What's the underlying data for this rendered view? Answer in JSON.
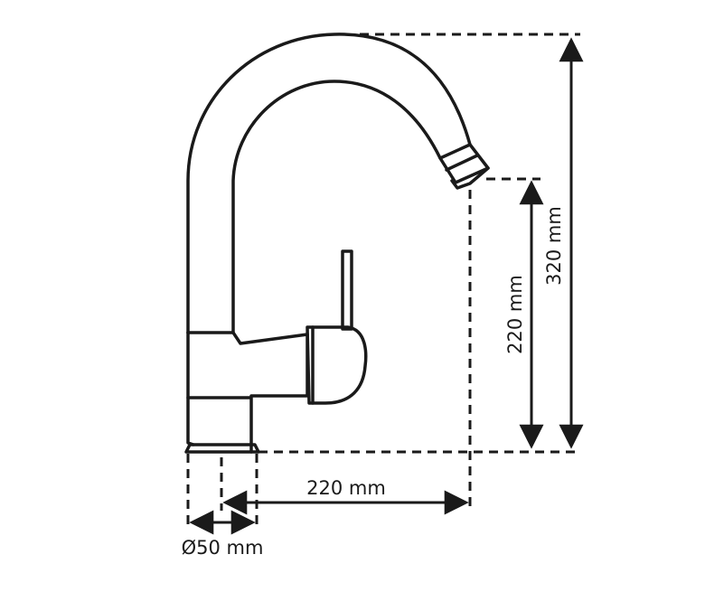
{
  "colors": {
    "line": "#1a1a1a",
    "background": "#ffffff"
  },
  "dimensions": {
    "height_total": "320 mm",
    "height_spout": "220 mm",
    "reach": "220 mm",
    "base_diameter": "Ø50 mm"
  }
}
